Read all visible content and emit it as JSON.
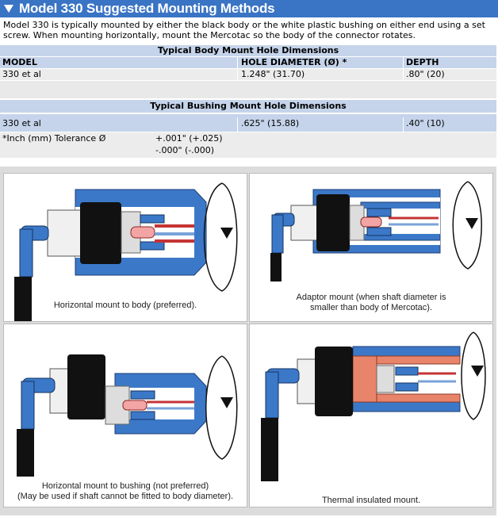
{
  "header": {
    "title": "Model 330 Suggested Mounting Methods"
  },
  "intro": "Model 330 is typically mounted by either the black body or the white plastic bushing on either end using a set screw.  When mounting horizontally, mount the Mercotac so the body of the connector rotates.",
  "body_table": {
    "caption": "Typical Body Mount Hole Dimensions",
    "headers": [
      "MODEL",
      "HOLE DIAMETER (Ø) *",
      "DEPTH"
    ],
    "row": [
      "330 et al",
      "1.248\"   (31.70)",
      ".80\"   (20)"
    ]
  },
  "bushing_table": {
    "caption": "Typical Bushing Mount Hole Dimensions",
    "row": [
      "330 et al",
      ".625\"   (15.88)",
      ".40\"   (10)"
    ],
    "tolerance_label": "*Inch (mm) Tolerance Ø",
    "tolerance_plus": "+.001\" (+.025)",
    "tolerance_minus": "-.000\" (-.000)"
  },
  "figures": [
    {
      "caption": "Horizontal mount to body (preferred)."
    },
    {
      "caption": "Adaptor mount (when shaft diameter is smaller than body of Mercotac)."
    },
    {
      "caption": "Horizontal mount to bushing (not preferred)\n(May be used if shaft cannot be fitted to body diameter)."
    },
    {
      "caption": "Thermal insulated mount."
    }
  ],
  "colors": {
    "header": "#3a74c4",
    "row_blue": "#c5d4ea",
    "row_grey": "#ececec",
    "shaft": "#3c78c8",
    "insulation": "#e8846a"
  }
}
